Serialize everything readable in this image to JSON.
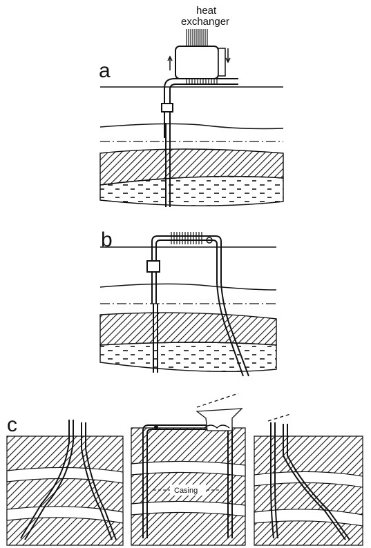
{
  "panels": {
    "a": {
      "letter": "a",
      "heat_exchanger_line1": "heat",
      "heat_exchanger_line2": "exchanger"
    },
    "b": {
      "letter": "b"
    },
    "c": {
      "letter": "c",
      "casing_label": "Casing"
    }
  },
  "colors": {
    "ink": "#111111",
    "paper": "#ffffff"
  }
}
